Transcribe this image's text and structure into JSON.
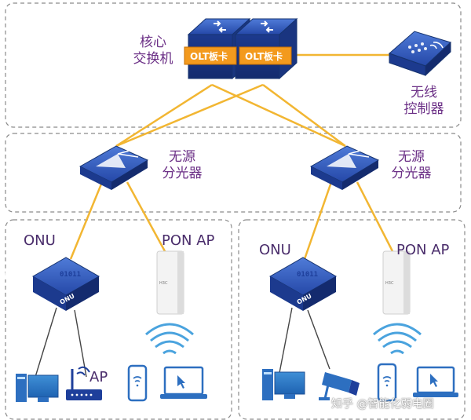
{
  "core_switch": {
    "label_line1": "核心",
    "label_line2": "交换机",
    "card1": "OLT板卡",
    "card2": "OLT板卡"
  },
  "wireless_controller": {
    "label_line1": "无线",
    "label_line2": "控制器"
  },
  "splitters": [
    {
      "label_line1": "无源",
      "label_line2": "分光器"
    },
    {
      "label_line1": "无源",
      "label_line2": "分光器"
    }
  ],
  "access_groups": [
    {
      "onu_label": "ONU",
      "pon_ap_label": "PON AP",
      "ap_label": "AP",
      "onu_tag": "ONU",
      "pon_ap_brand": "H3C"
    },
    {
      "onu_label": "ONU",
      "pon_ap_label": "PON AP",
      "onu_tag": "ONU",
      "pon_ap_brand": "H3C"
    }
  ],
  "watermark": "知乎 @智能化弱电圈",
  "colors": {
    "fiber": "#f2b632",
    "device_blue": "#1e3f9b",
    "label": "#6b2f86",
    "card_orange": "#f39a1e",
    "wifi": "#4aa3de",
    "border": "#8a8a8a"
  }
}
